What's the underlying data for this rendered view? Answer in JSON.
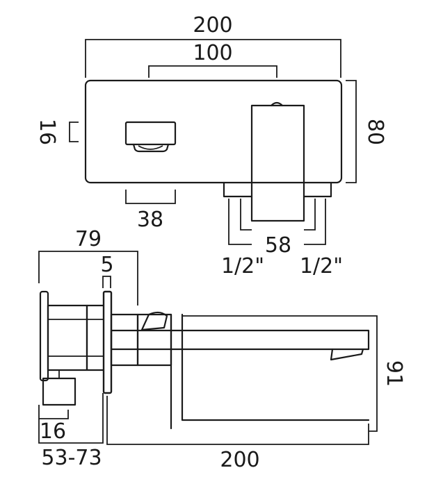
{
  "dimensions": {
    "top_overall_width": "200",
    "top_inner_width": "100",
    "top_side_height": "16",
    "top_right_height": "80",
    "top_knob_width": "38",
    "top_inlet_spacing": "58",
    "top_inlet_left": "1/2\"",
    "top_inlet_right": "1/2\"",
    "side_depth": "79",
    "side_plate": "5",
    "side_spout_height": "91",
    "side_knob": "16",
    "side_wall_range": "53-73",
    "side_spout_length": "200"
  },
  "colors": {
    "line": "#1a1a1a",
    "background": "#ffffff"
  }
}
